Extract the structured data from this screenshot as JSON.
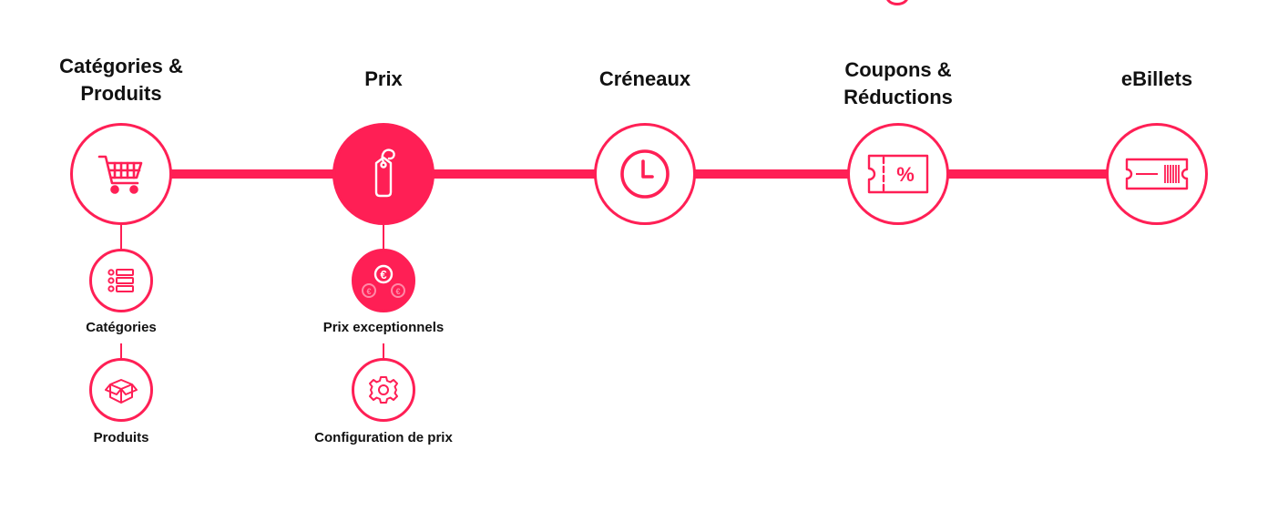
{
  "colors": {
    "accent": "#ff1f55",
    "text": "#111111",
    "background": "#ffffff"
  },
  "steps": [
    {
      "title": "Catégories & Produits",
      "icon": "shopping-cart-icon",
      "active": false,
      "children": [
        {
          "label": "Catégories",
          "icon": "list-icon",
          "active": false
        },
        {
          "label": "Produits",
          "icon": "box-icon",
          "active": false
        }
      ]
    },
    {
      "title": "Prix",
      "icon": "price-tag-icon",
      "active": true,
      "children": [
        {
          "label": "Prix exceptionnels",
          "icon": "euro-coins-icon",
          "active": true
        },
        {
          "label": "Configuration de prix",
          "icon": "gear-icon",
          "active": false
        }
      ]
    },
    {
      "title": "Créneaux",
      "icon": "clock-icon",
      "active": false,
      "children": []
    },
    {
      "title": "Coupons & Réductions",
      "icon": "coupon-percent-icon",
      "active": false,
      "children": []
    },
    {
      "title": "eBillets",
      "icon": "ticket-barcode-icon",
      "active": false,
      "children": []
    }
  ]
}
